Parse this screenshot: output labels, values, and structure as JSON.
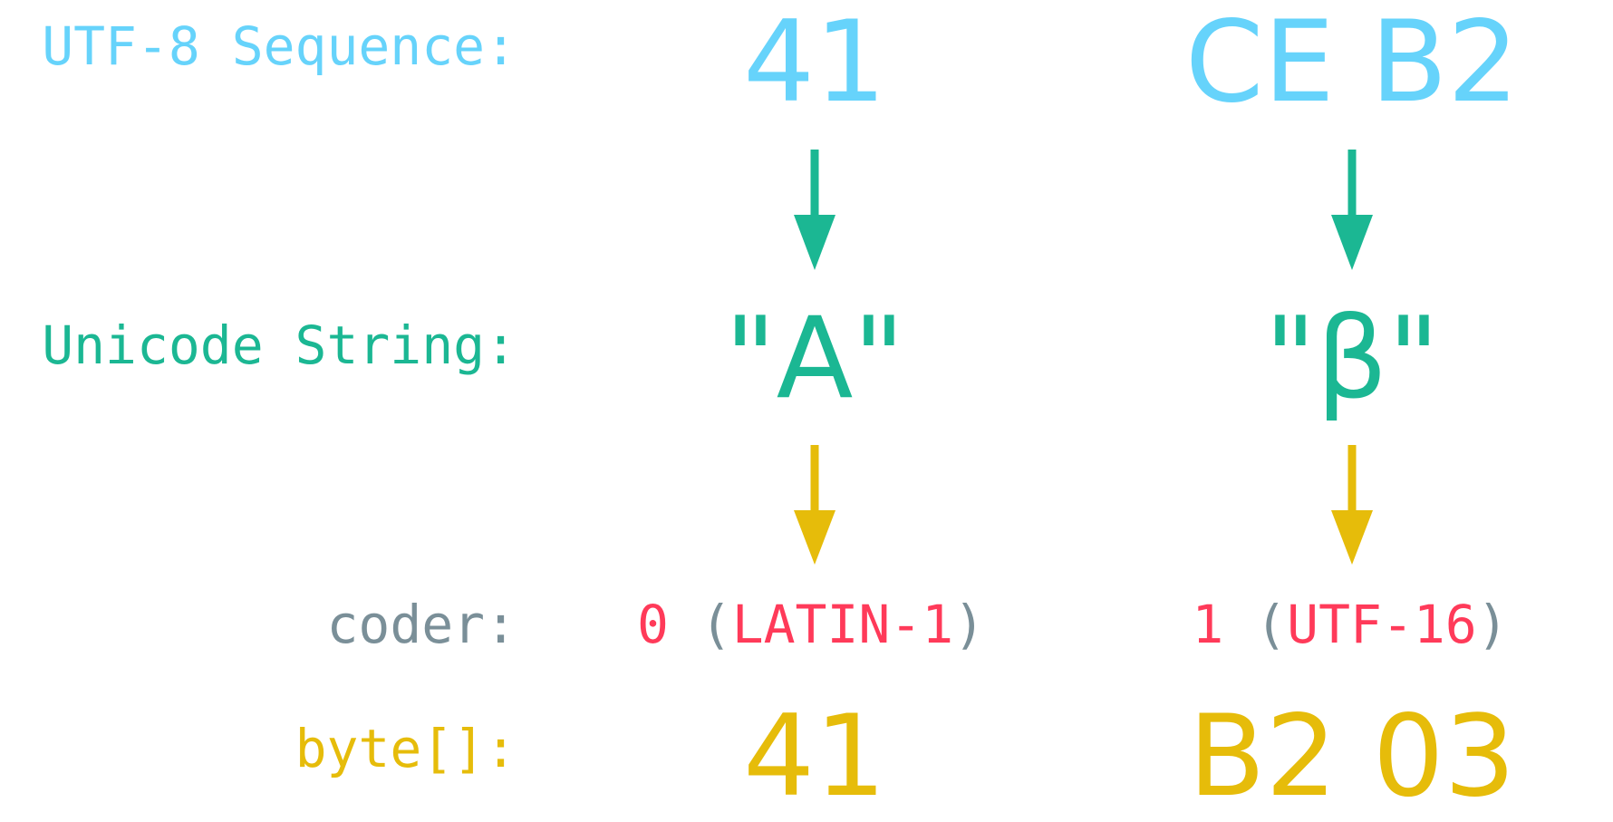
{
  "labels": {
    "utf8": "UTF-8 Sequence:",
    "unicode": "Unicode String:",
    "coder": "coder:",
    "bytes": "byte[]:"
  },
  "columns": [
    {
      "utf8": "41",
      "string": "\"A\"",
      "coder_value": "0",
      "coder_open": "(",
      "coder_name": "LATIN-1",
      "coder_close": ")",
      "bytes": "41"
    },
    {
      "utf8": "CE B2",
      "string": "\"β\"",
      "coder_value": "1",
      "coder_open": "(",
      "coder_name": "UTF-16",
      "coder_close": ")",
      "bytes": "B2 03"
    }
  ],
  "colors": {
    "utf8": "#66d3fb",
    "unicode": "#1bb793",
    "bytes": "#e6bc0a",
    "coder_label": "#7a8f98",
    "coder_value": "#ff3a59"
  }
}
